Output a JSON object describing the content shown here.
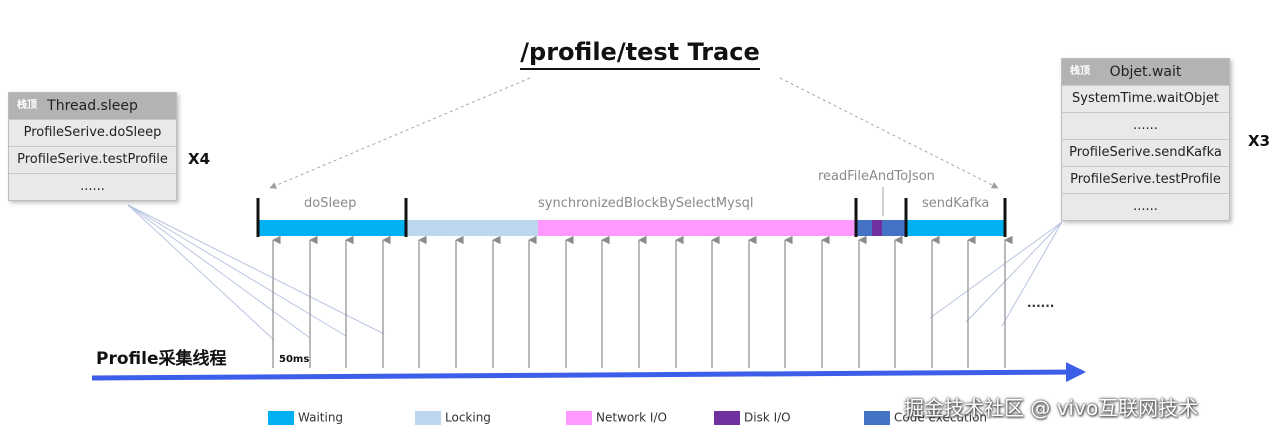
{
  "title": "/profile/test Trace",
  "stacks": {
    "left": {
      "top_tag": "栈顶",
      "frames": [
        "Thread.sleep",
        "ProfileSerive.doSleep",
        "ProfileSerive.testProfile",
        "......"
      ],
      "multiplier": "X4"
    },
    "right": {
      "top_tag": "栈顶",
      "frames": [
        "Objet.wait",
        "SystemTime.waitObjet",
        "......",
        "ProfileSerive.sendKafka",
        "ProfileSerive.testProfile",
        "......"
      ],
      "multiplier": "X3"
    }
  },
  "segments": [
    "doSleep",
    "synchronizedBlockBySelectMysql",
    "readFileAndToJson",
    "sendKafka"
  ],
  "thread_label": "Profile采集线程",
  "interval_label": "50ms",
  "ellipsis": "......",
  "legend": [
    {
      "label": "Waiting",
      "color": "#00b0f0"
    },
    {
      "label": "Locking",
      "color": "#bdd7ee"
    },
    {
      "label": "Network I/O",
      "color": "#ff99ff"
    },
    {
      "label": "Disk I/O",
      "color": "#7030a0"
    },
    {
      "label": "Code execution",
      "color": "#4472c4"
    }
  ],
  "watermark": "掘金技术社区 @ vivo互联网技术"
}
